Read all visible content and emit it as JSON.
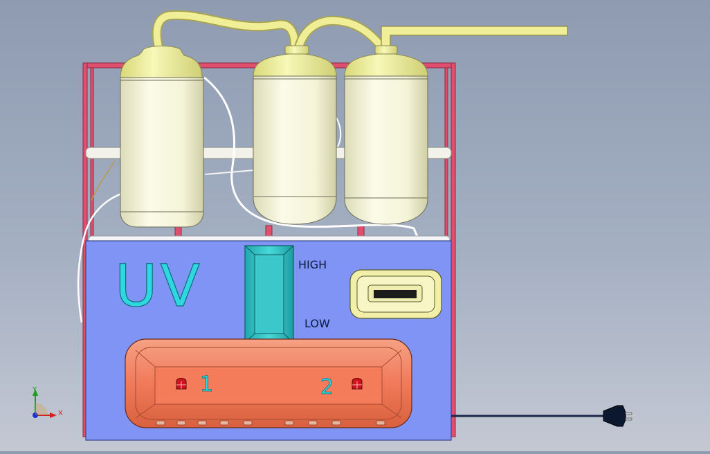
{
  "panel": {
    "logo": "UV",
    "switch_high": "HIGH",
    "switch_low": "LOW",
    "outlet_1": "1",
    "outlet_2": "2"
  },
  "axes": {
    "y": "Y",
    "x": "X"
  },
  "colors": {
    "background": "#98a4b8",
    "frame": "#e0506e",
    "panel": "#7f94f5",
    "tank": "#f4f4dc",
    "tank_cap": "#f0f0a0",
    "tube": "#f0ee96",
    "switch": "#3ac4c6",
    "logo": "#2fd8e0",
    "outlet_tray": "#f08060",
    "indicator": "#d0141e"
  },
  "icons": {
    "power_plug": "plug-icon",
    "coordinate_triad": "axis-triad-icon",
    "indicator_light": "indicator-light-icon"
  }
}
